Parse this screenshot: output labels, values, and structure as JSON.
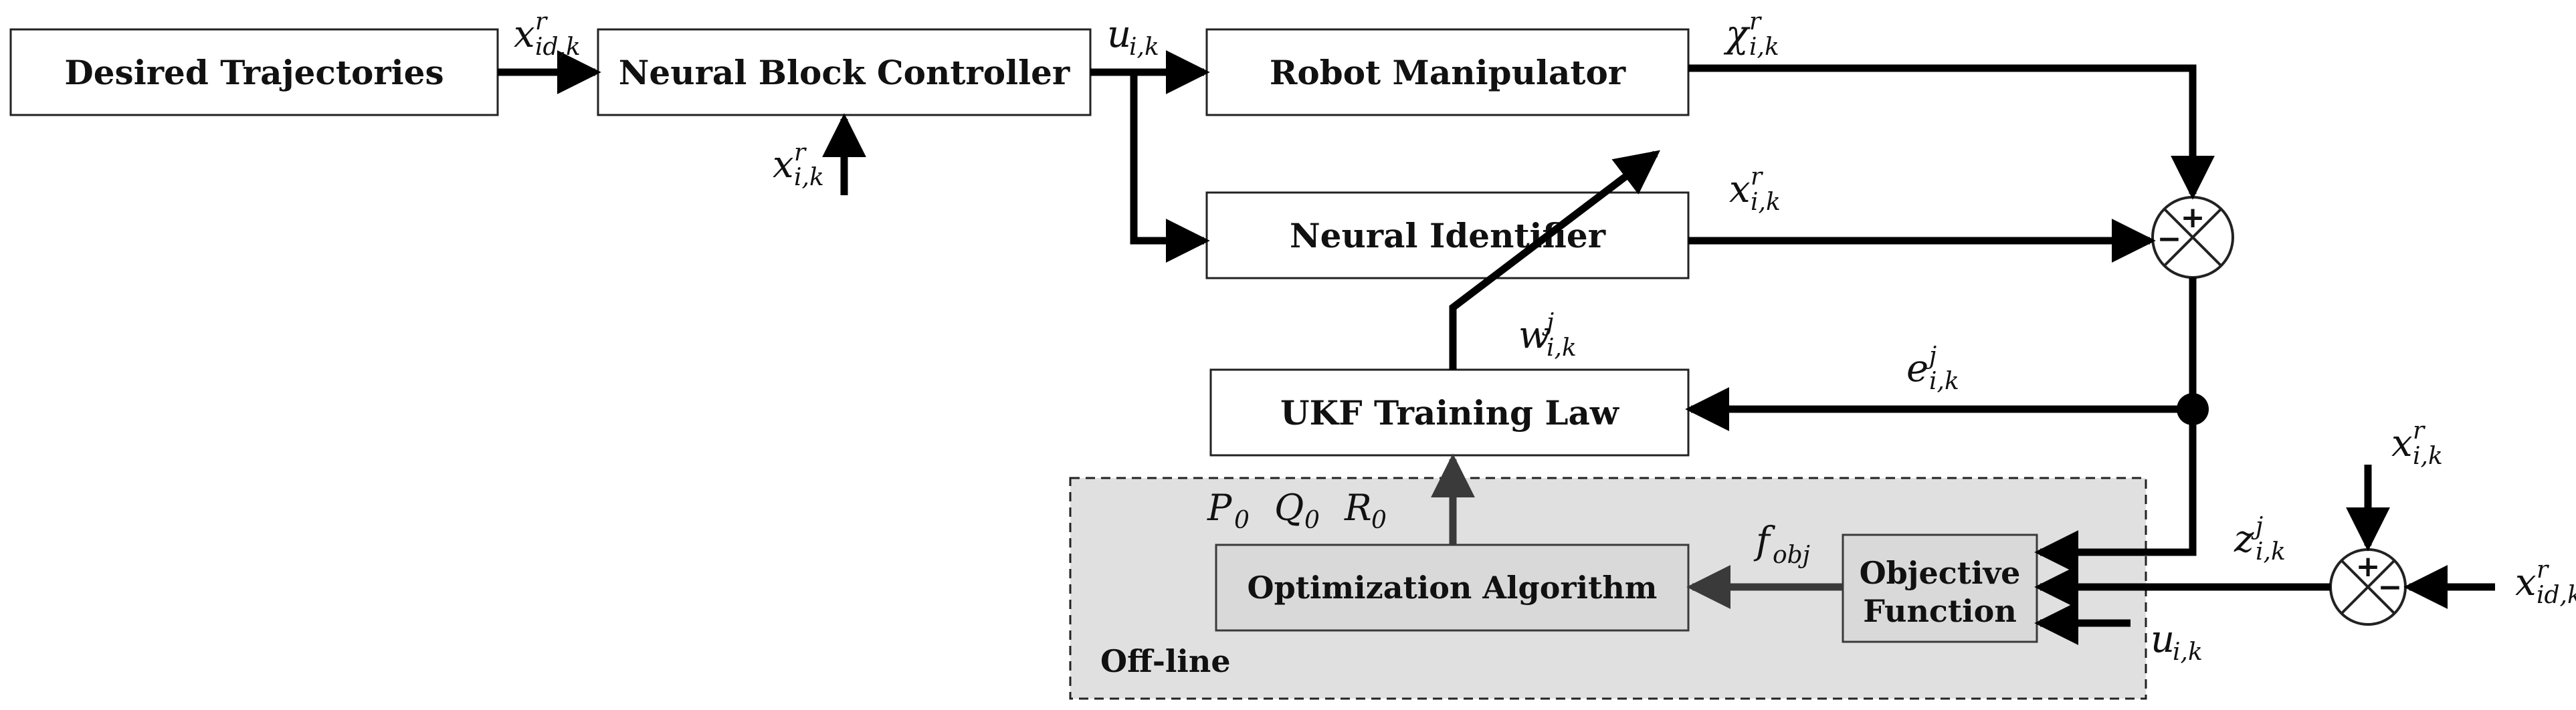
{
  "blocks": {
    "desired_trajectories": "Desired Trajectories",
    "neural_block_controller": "Neural Block Controller",
    "robot_manipulator": "Robot Manipulator",
    "neural_identifier": "Neural Identifier",
    "ukf_training_law": "UKF Training Law",
    "optimization_algorithm": "Optimization Algorithm",
    "objective_function_line1": "Objective",
    "objective_function_line2": "Function"
  },
  "region": {
    "offline_label": "Off-line"
  },
  "parameters": {
    "p0": "P",
    "p0_sub": "0",
    "q0": "Q",
    "q0_sub": "0",
    "r0": "R",
    "r0_sub": "0"
  },
  "signals": {
    "x_id_top": {
      "base": "x",
      "sup": "r",
      "sub": "id,k"
    },
    "x_i_ctrl": {
      "base": "x",
      "sup": "r",
      "sub": "i,k"
    },
    "u_ctrl": {
      "base": "u",
      "sub": "i,k"
    },
    "chi_robot": {
      "base": "χ",
      "sup": "r",
      "sub": "i,k"
    },
    "x_ident": {
      "base": "x",
      "sup": "r",
      "sub": "i,k"
    },
    "w_weights": {
      "base": "w",
      "sup": "j",
      "sub": "i,k"
    },
    "e_error": {
      "base": "e",
      "sup": "j",
      "sub": "i,k"
    },
    "f_obj": {
      "base": "f",
      "sub": "obj"
    },
    "z_error": {
      "base": "z",
      "sup": "j",
      "sub": "i,k"
    },
    "x_i_sum2": {
      "base": "x",
      "sup": "r",
      "sub": "i,k"
    },
    "x_id_sum2": {
      "base": "x",
      "sup": "r",
      "sub": "id,k"
    },
    "u_obj": {
      "base": "u",
      "sub": "i,k"
    }
  },
  "summing_junctions": {
    "sum1_plus": "+",
    "sum1_minus": "−",
    "sum2_plus": "+",
    "sum2_minus": "−"
  },
  "colors": {
    "line": "#000000",
    "offline_line": "#3a3a3a",
    "offline_fill": "#e0e0e0",
    "opt_fill": "#d9d9d9"
  }
}
